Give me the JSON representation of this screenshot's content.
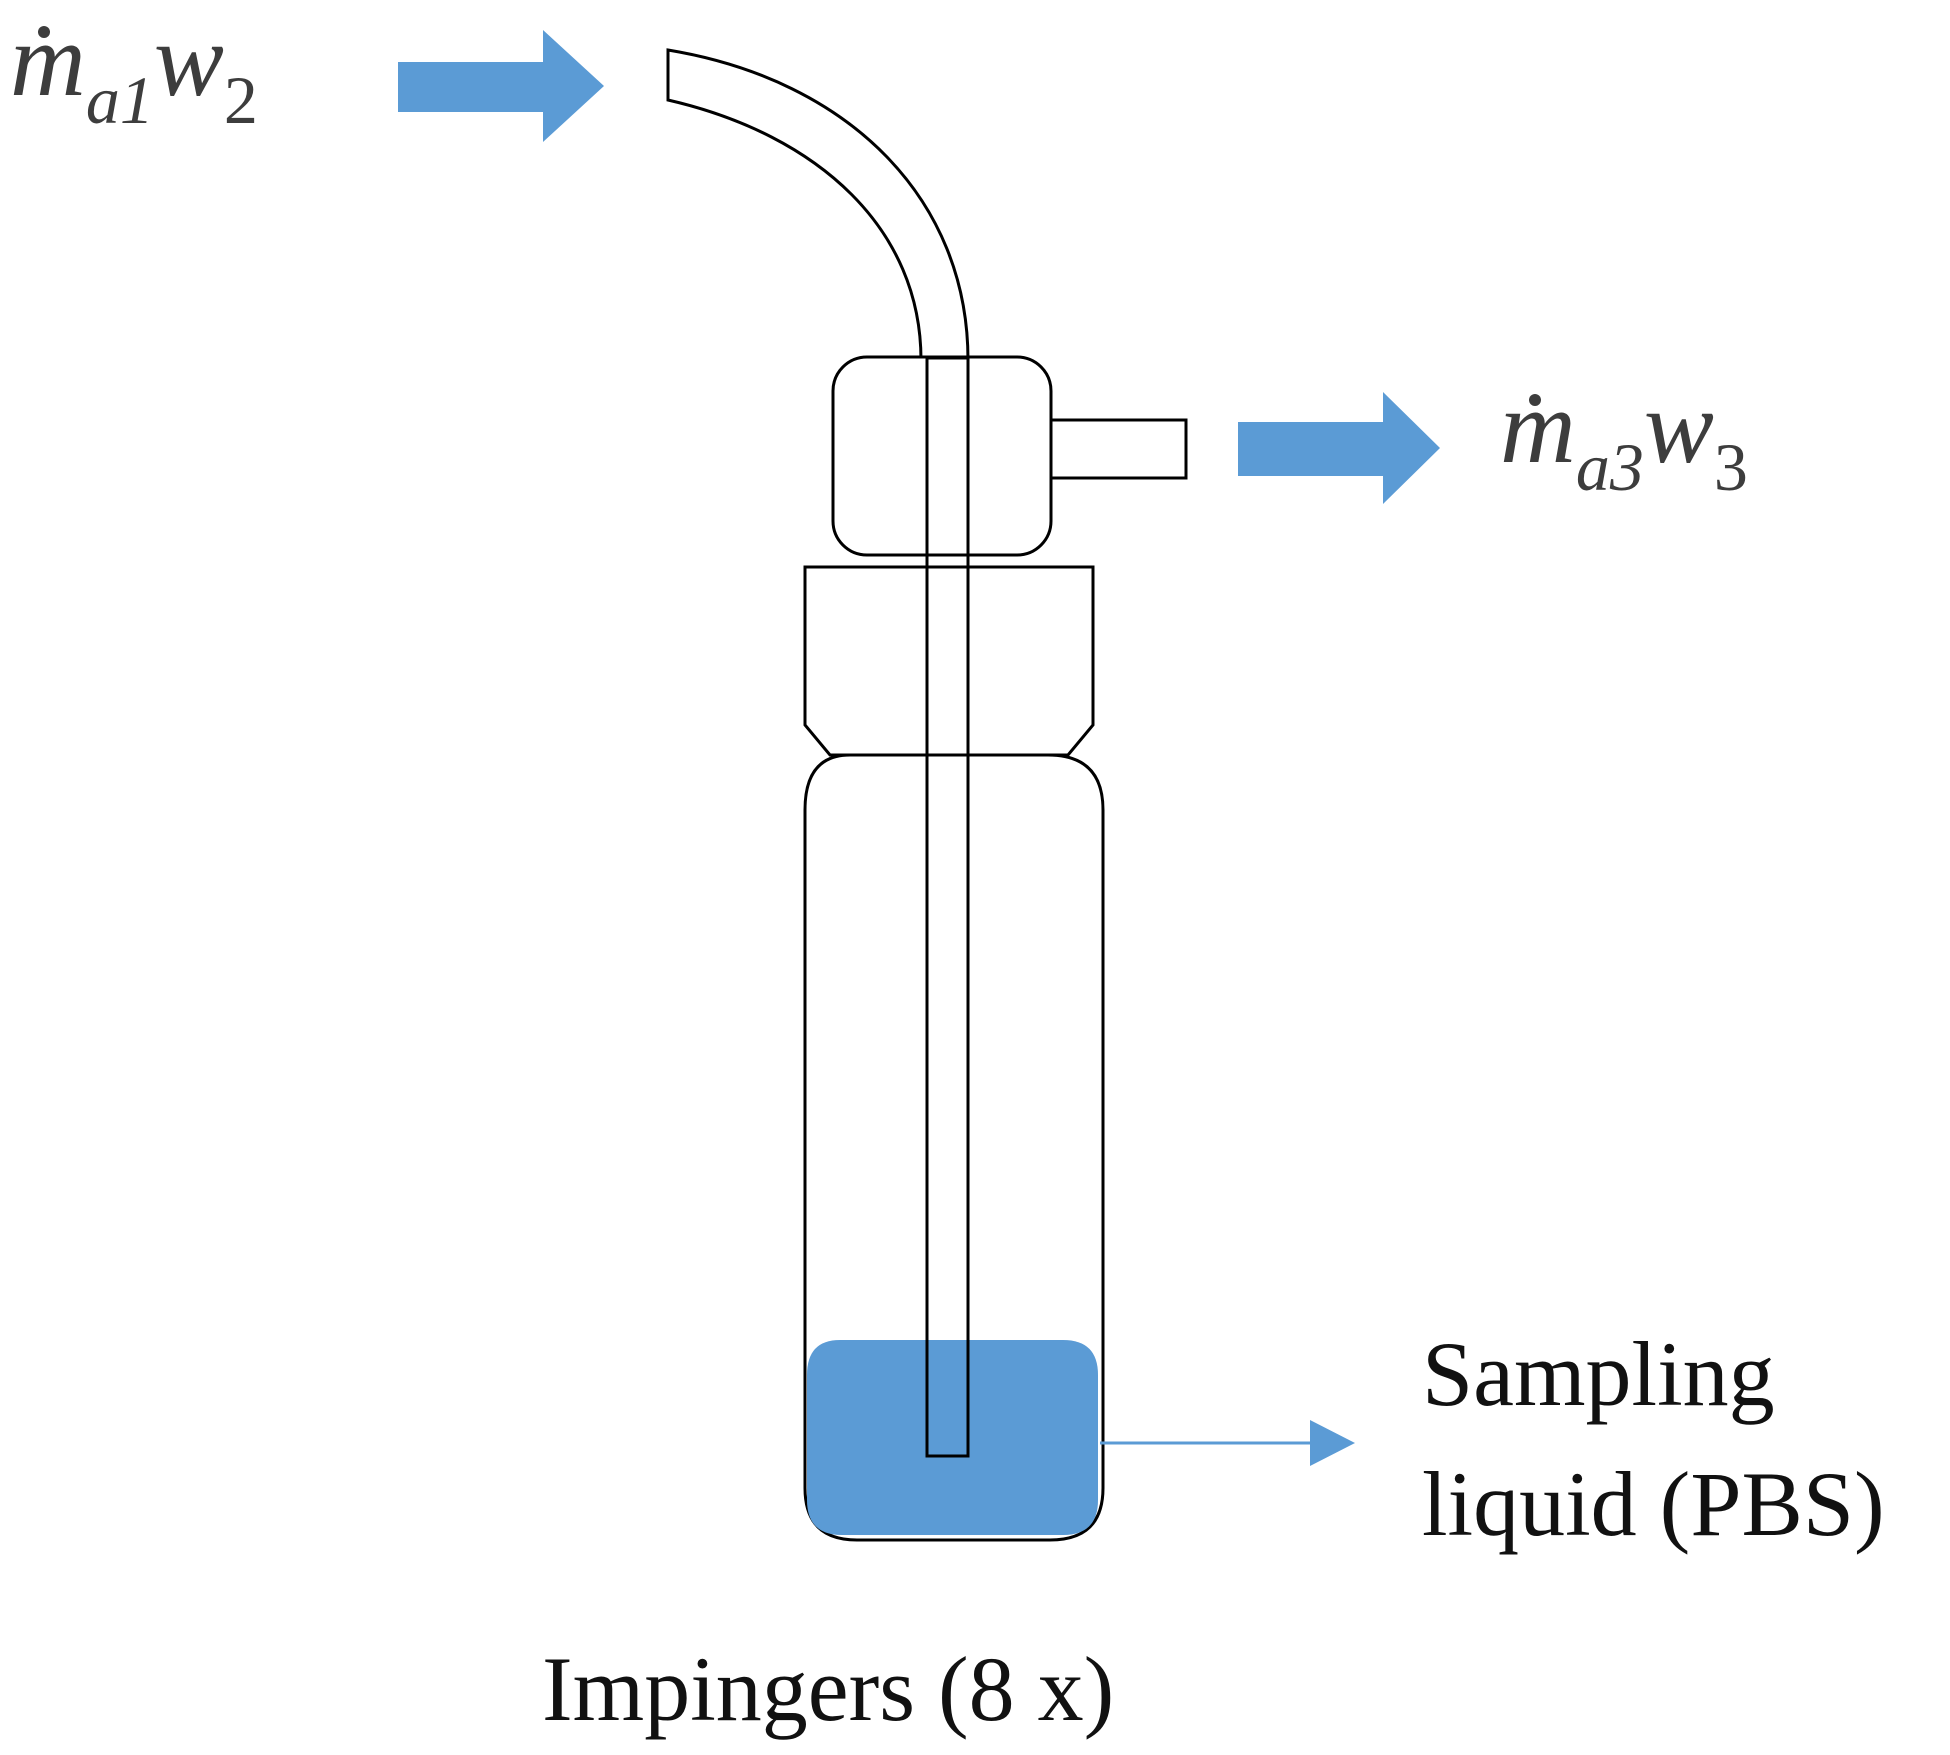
{
  "colors": {
    "arrow": "#5b9bd5",
    "liquid": "#5b9bd5",
    "outline": "#000000",
    "text": "#111111",
    "math_text": "#3d3d3d"
  },
  "inlet_flow": {
    "symbol": "m",
    "subscript": "a1",
    "symbol2": "w",
    "subscript2": "2"
  },
  "outlet_flow": {
    "symbol": "m",
    "subscript": "a3",
    "symbol2": "w",
    "subscript2": "3"
  },
  "liquid_label": {
    "line1": "Sampling",
    "line2": "liquid (PBS)"
  },
  "caption": "Impingers (8 x)",
  "icons": {
    "inlet_arrow": "right-arrow-icon",
    "outlet_arrow": "right-arrow-icon",
    "liquid_pointer": "thin-right-arrow-icon"
  }
}
